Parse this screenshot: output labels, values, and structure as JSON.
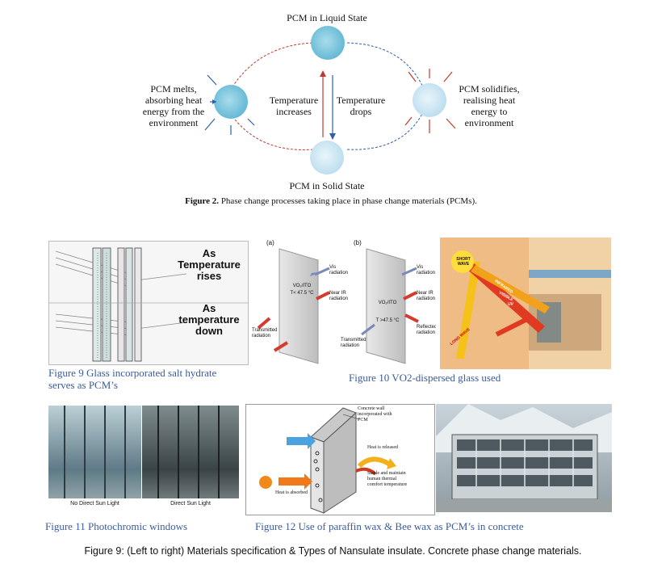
{
  "pcm_diagram": {
    "top_label": "PCM in Liquid State",
    "bottom_label": "PCM in Solid State",
    "left_label": "PCM melts,\nabsorbing heat\nenergy from the\nenvironment",
    "right_label": "PCM solidifies,\nrealising heat\nenergy to\nenvironment",
    "center_left": "Temperature\nincreases",
    "center_right": "Temperature\ndrops"
  },
  "figure2_caption": {
    "bold": "Figure 2.",
    "text": " Phase change processes taking place in phase change materials (PCMs)."
  },
  "fig9": {
    "label_rise": "As\nTemperature\nrises",
    "label_down": "As\ntemperature\ndown",
    "caption": "Figure 9 Glass incorporated salt hydrate\nserves as PCM’s"
  },
  "fig10": {
    "panel_a": "(a)",
    "panel_b": "(b)",
    "a_vis": "Vis\nradiation",
    "a_nir": "Near IR\nradiation",
    "a_center": "VO₂/ITO\nT< 47.5 °C",
    "a_trans": "Transmitted\nradiation",
    "b_vis": "Vis\nradiation",
    "b_nir": "Near IR\nradiation",
    "b_center": "VO₂/ITO\nT >47.5 °C",
    "b_refl": "Reflected\nradiation",
    "b_trans": "Transmitted\nradiation",
    "caption": "Figure 10 VO2-dispersed glass used"
  },
  "fig_building": {
    "short_wave": "SHORT\nWAVE",
    "infrared": "INFRARED",
    "visible": "VISIBLE",
    "uv": "UV",
    "long_wave": "LONG WAVE"
  },
  "fig11": {
    "left": "No Direct Sun Light",
    "right": "Direct Sun Light",
    "caption": "Figure 11 Photochromic windows"
  },
  "fig12": {
    "wall_label": "Concrete wall\nincorporated with\nPCM",
    "released": "Heat is released",
    "stable": "Stable and maintain\nhuman thermal\ncomfort temperature",
    "absorbed": "Heat is absorbed",
    "caption": "Figure 12 Use of paraffin wax & Bee wax as PCM’s in concrete"
  },
  "figure9_caption": "Figure 9: (Left to right) Materials specification & Types of Nansulate insulate.  Concrete phase change materials.",
  "colors": {
    "caption_blue": "#3b5b9a",
    "cycle_red": "#c0392b",
    "cycle_blue": "#2f5fa8",
    "sphere": "#7fc6df"
  }
}
